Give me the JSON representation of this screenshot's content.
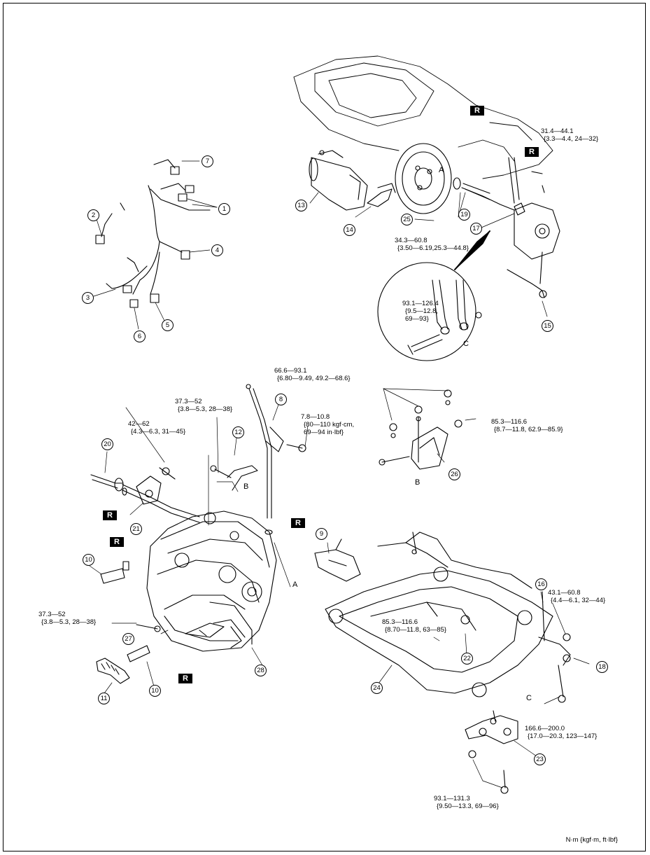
{
  "callouts": [
    "1",
    "2",
    "3",
    "4",
    "5",
    "6",
    "7",
    "8",
    "9",
    "10",
    "10",
    "11",
    "12",
    "13",
    "14",
    "15",
    "16",
    "17",
    "18",
    "19",
    "20",
    "21",
    "22",
    "23",
    "24",
    "25",
    "26",
    "27",
    "28"
  ],
  "badges": [
    "R",
    "R",
    "R",
    "R",
    "R",
    "R"
  ],
  "refs": {
    "a1": "A",
    "a2": "A",
    "b1": "B",
    "b2": "B",
    "c1": "C",
    "c2": "C"
  },
  "torques": {
    "t_31": [
      "31.4—44.1",
      "{3.3—4.4, 24—32}"
    ],
    "t_34": [
      "34.3—60.8",
      "{3.50—6.19,25.3—44.8}"
    ],
    "t_93a": [
      "93.1—126.4",
      "{9.5—12.8,",
      "69—93}"
    ],
    "t_66": [
      "66.6—93.1",
      "{6.80—9.49, 49.2—68.6}"
    ],
    "t_37a": [
      "37.3—52",
      "{3.8—5.3, 28—38}"
    ],
    "t_42": [
      "42—62",
      "{4.3—6.3, 31—45}"
    ],
    "t_78": [
      "7.8—10.8",
      "{80—110 kgf·cm,",
      "69—94 in·lbf}"
    ],
    "t_853a": [
      "85.3—116.6",
      "{8.7—11.8, 62.9—85.9}"
    ],
    "t_853b": [
      "85.3—116.6",
      "{8.70—11.8, 63—85}"
    ],
    "t_43": [
      "43.1—60.8",
      "{4.4—6.1, 32—44}"
    ],
    "t_37b": [
      "37.3—52",
      "{3.8—5.3, 28—38}"
    ],
    "t_166": [
      "166.6—200.0",
      "{17.0—20.3, 123—147}"
    ],
    "t_93b": [
      "93.1—131.3",
      "{9.50—13.3, 69—96}"
    ]
  },
  "units": "N·m {kgf·m, ft·lbf}"
}
